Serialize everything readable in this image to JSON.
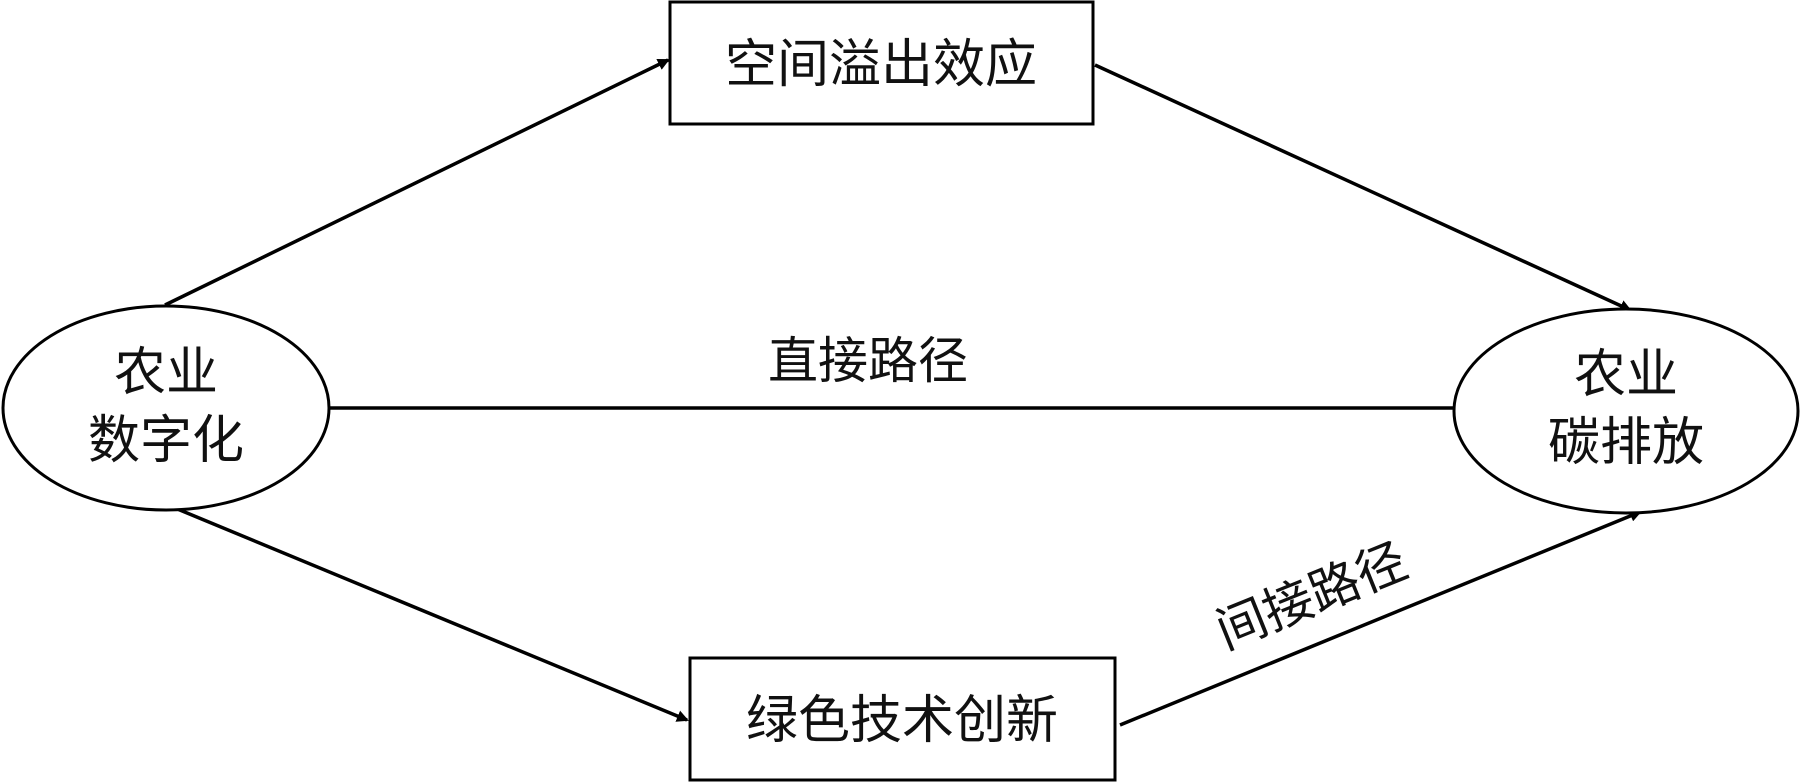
{
  "diagram": {
    "nodes": {
      "source": {
        "line1": "农业",
        "line2": "数字化"
      },
      "target": {
        "line1": "农业",
        "line2": "碳排放"
      },
      "spillover": {
        "label": "空间溢出效应"
      },
      "green_tech": {
        "label": "绿色技术创新"
      }
    },
    "edges": {
      "direct_label": "直接路径",
      "indirect_label": "间接路径"
    },
    "colors": {
      "stroke": "#000000",
      "text": "#111111",
      "background": "#ffffff"
    }
  }
}
